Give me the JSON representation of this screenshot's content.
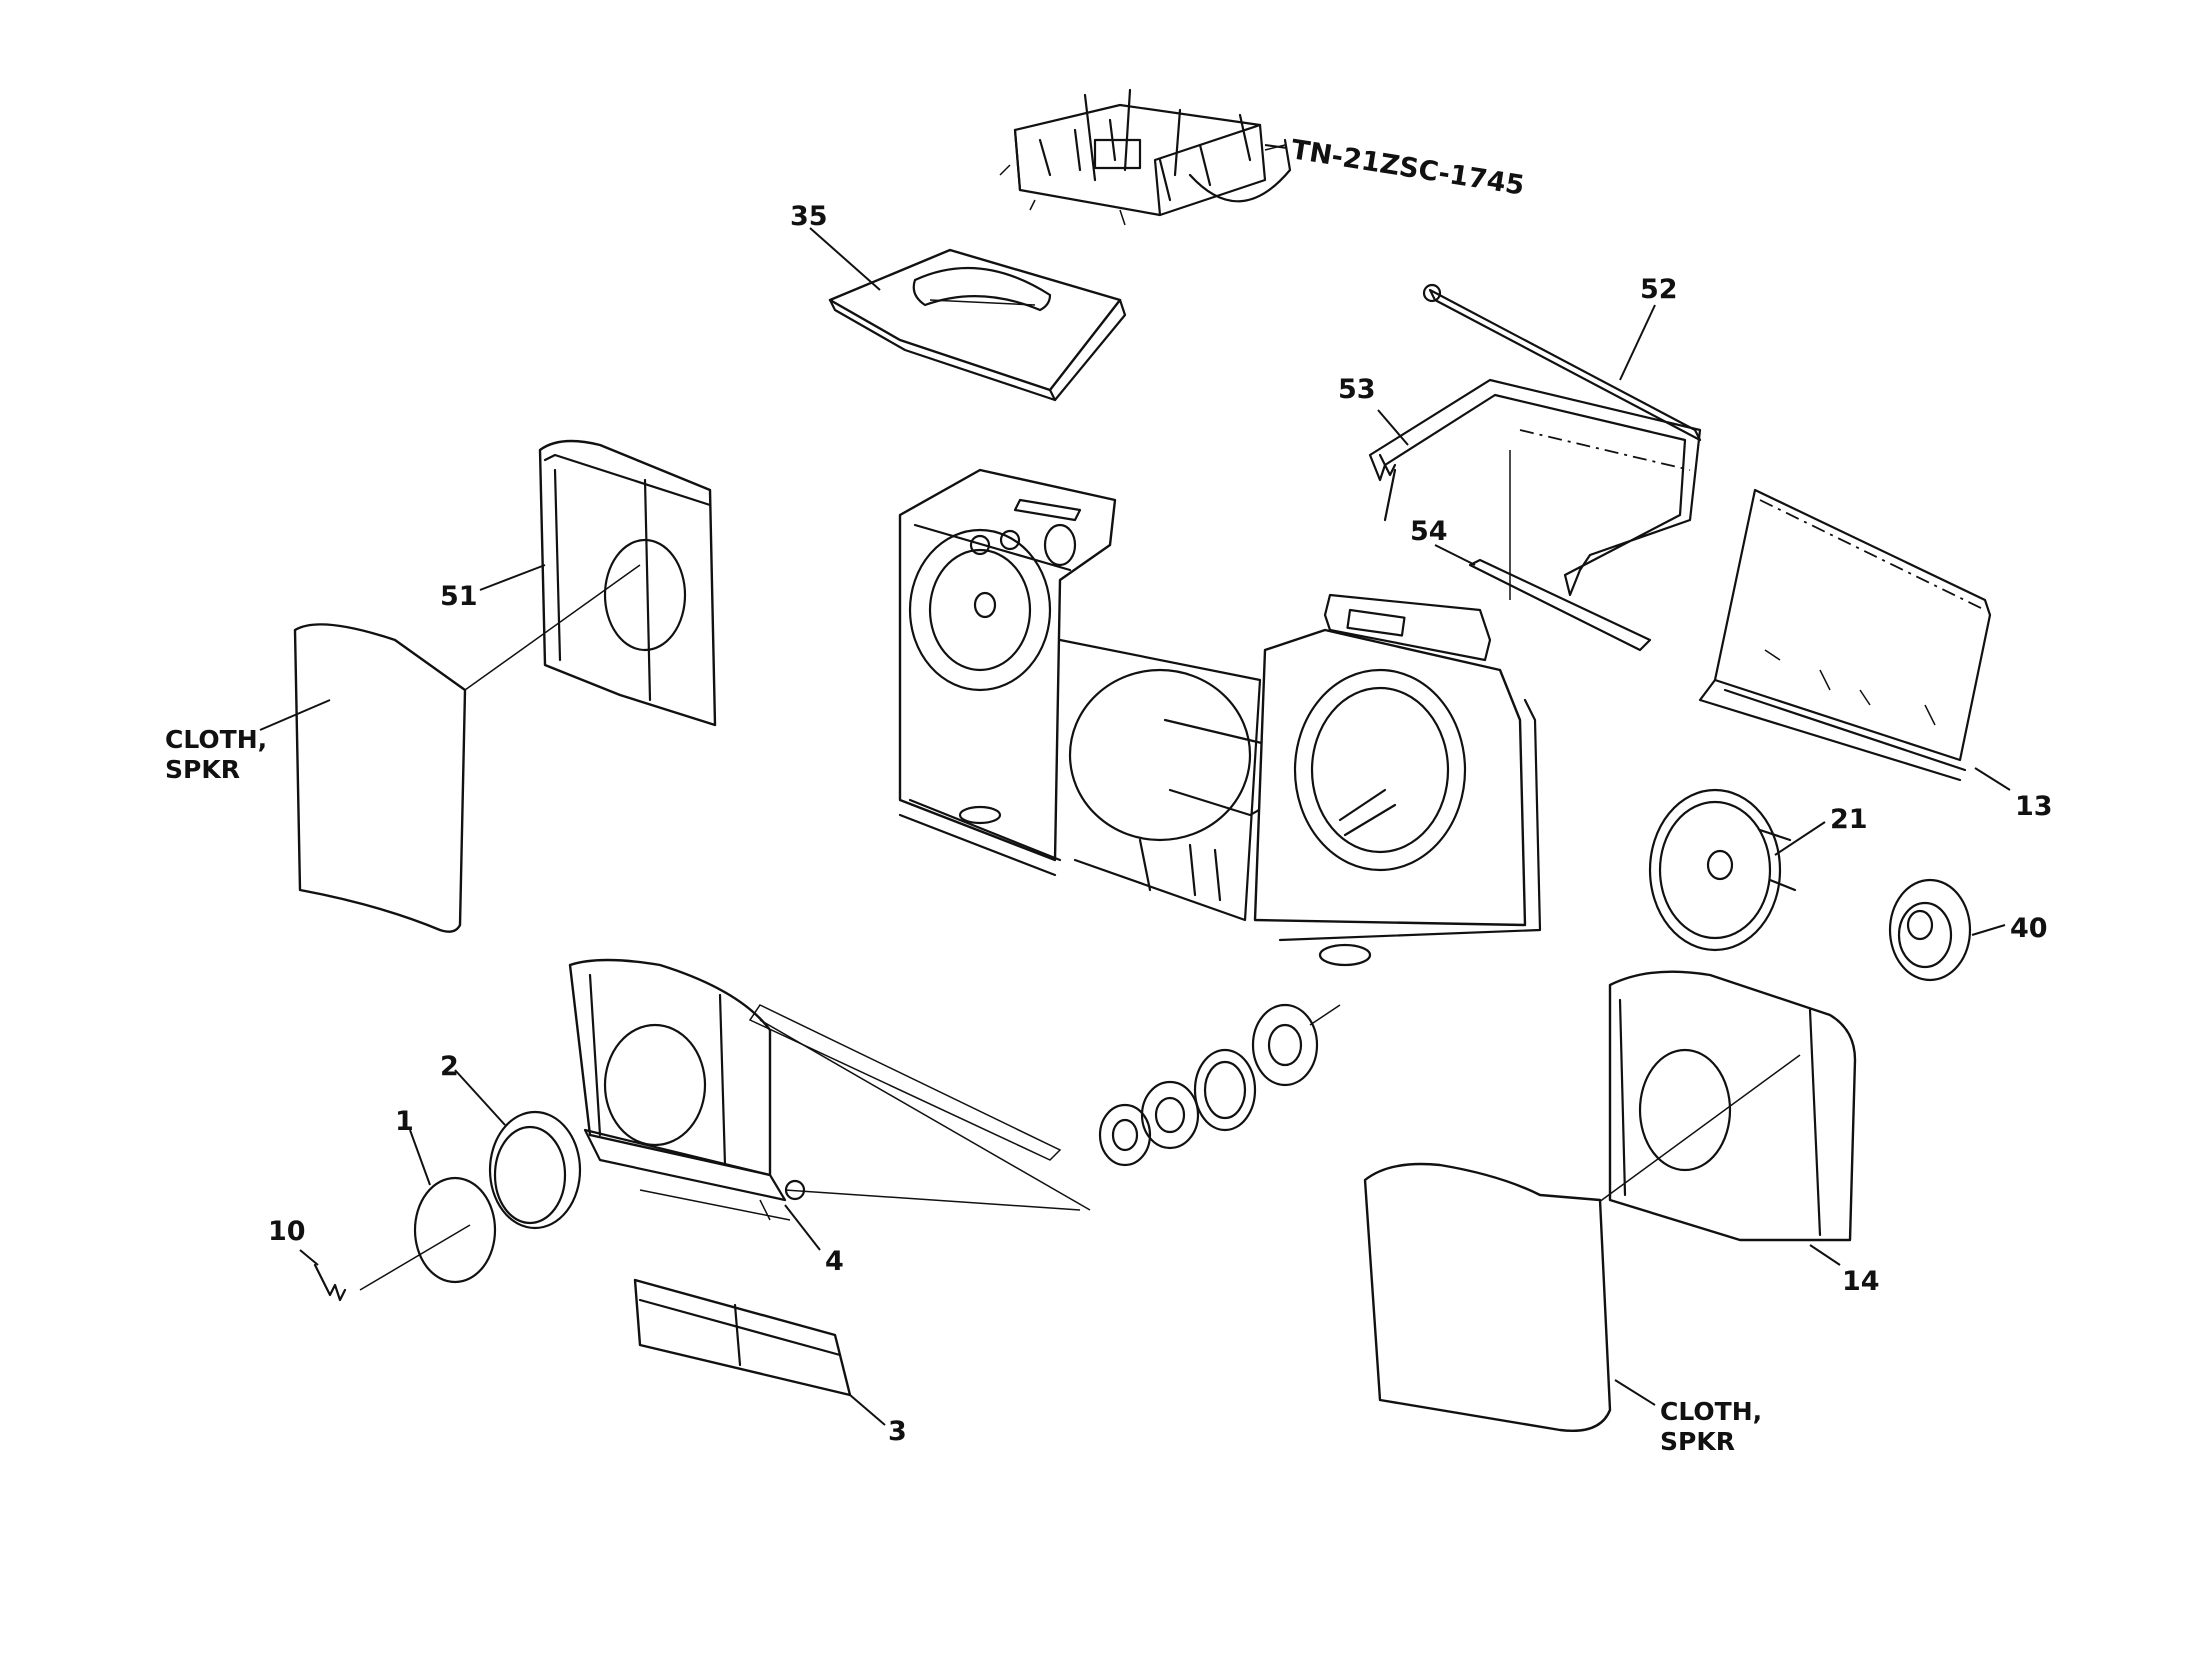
{
  "diagram": {
    "callouts": [
      {
        "id": "tuner",
        "text": "TN-21ZSC-1745"
      },
      {
        "id": "p35",
        "text": "35"
      },
      {
        "id": "p52",
        "text": "52"
      },
      {
        "id": "p53",
        "text": "53"
      },
      {
        "id": "p54",
        "text": "54"
      },
      {
        "id": "p13",
        "text": "13"
      },
      {
        "id": "p51",
        "text": "51"
      },
      {
        "id": "p21",
        "text": "21"
      },
      {
        "id": "p40",
        "text": "40"
      },
      {
        "id": "p2",
        "text": "2"
      },
      {
        "id": "p1",
        "text": "1"
      },
      {
        "id": "p10",
        "text": "10"
      },
      {
        "id": "p4",
        "text": "4"
      },
      {
        "id": "p3",
        "text": "3"
      },
      {
        "id": "p14",
        "text": "14"
      }
    ],
    "cloth_left": {
      "line1": "CLOTH,",
      "line2": "SPKR"
    },
    "cloth_right": {
      "line1": "CLOTH,",
      "line2": "SPKR"
    }
  }
}
